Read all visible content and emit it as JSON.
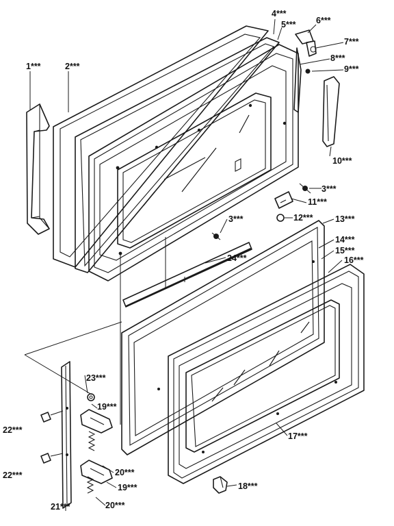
{
  "labels": {
    "p1": "1***",
    "p2": "2***",
    "p3a": "3***",
    "p3b": "3***",
    "p4": "4***",
    "p5": "5***",
    "p6": "6***",
    "p7": "7***",
    "p8": "8***",
    "p9": "9***",
    "p10": "10***",
    "p11": "11***",
    "p12": "12***",
    "p13": "13***",
    "p14": "14***",
    "p15": "15***",
    "p16": "16***",
    "p17": "17***",
    "p18": "18***",
    "p19a": "19***",
    "p19b": "19***",
    "p20a": "20***",
    "p20b": "20***",
    "p21": "21***",
    "p22a": "22***",
    "p22b": "22***",
    "p23": "23***",
    "p24": "24***"
  }
}
